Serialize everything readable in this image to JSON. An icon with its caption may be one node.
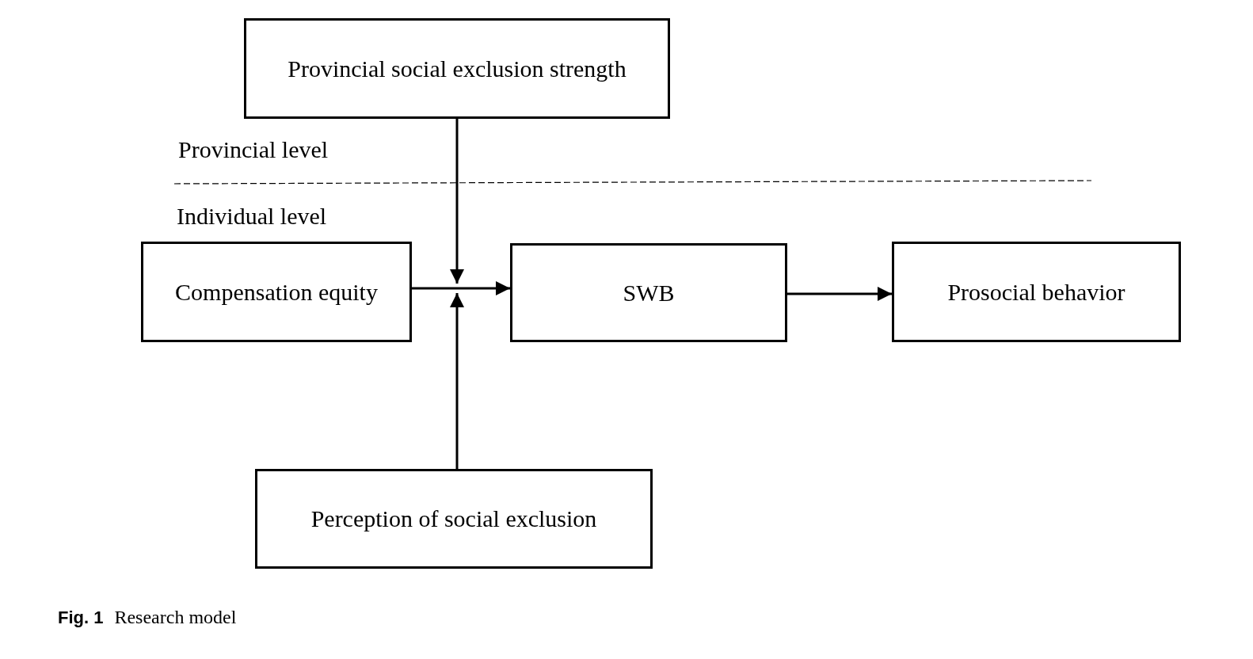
{
  "diagram": {
    "caption": "**Fig. 1** Research model",
    "nodes": [
      {
        "text": [
          "Provincial social exclusion strength"
        ]
      },
      {
        "text": [
          "Compensation equity"
        ]
      },
      {
        "text": [
          "SWB"
        ]
      },
      {
        "text": [
          "Prosocial behavior"
        ]
      },
      {
        "text": [
          "Perception of social exclusion"
        ]
      }
    ],
    "edges": [
      {
        "from": 1,
        "to": 2,
        "arrow": "to"
      },
      {
        "from": 2,
        "to": 3,
        "arrow": "to"
      },
      {
        "from": 0,
        "to": null,
        "arrow": "to"
      },
      {
        "from": 4,
        "to": null,
        "arrow": "to"
      }
    ],
    "labels": [
      "Provincial level",
      "Individual level"
    ]
  }
}
